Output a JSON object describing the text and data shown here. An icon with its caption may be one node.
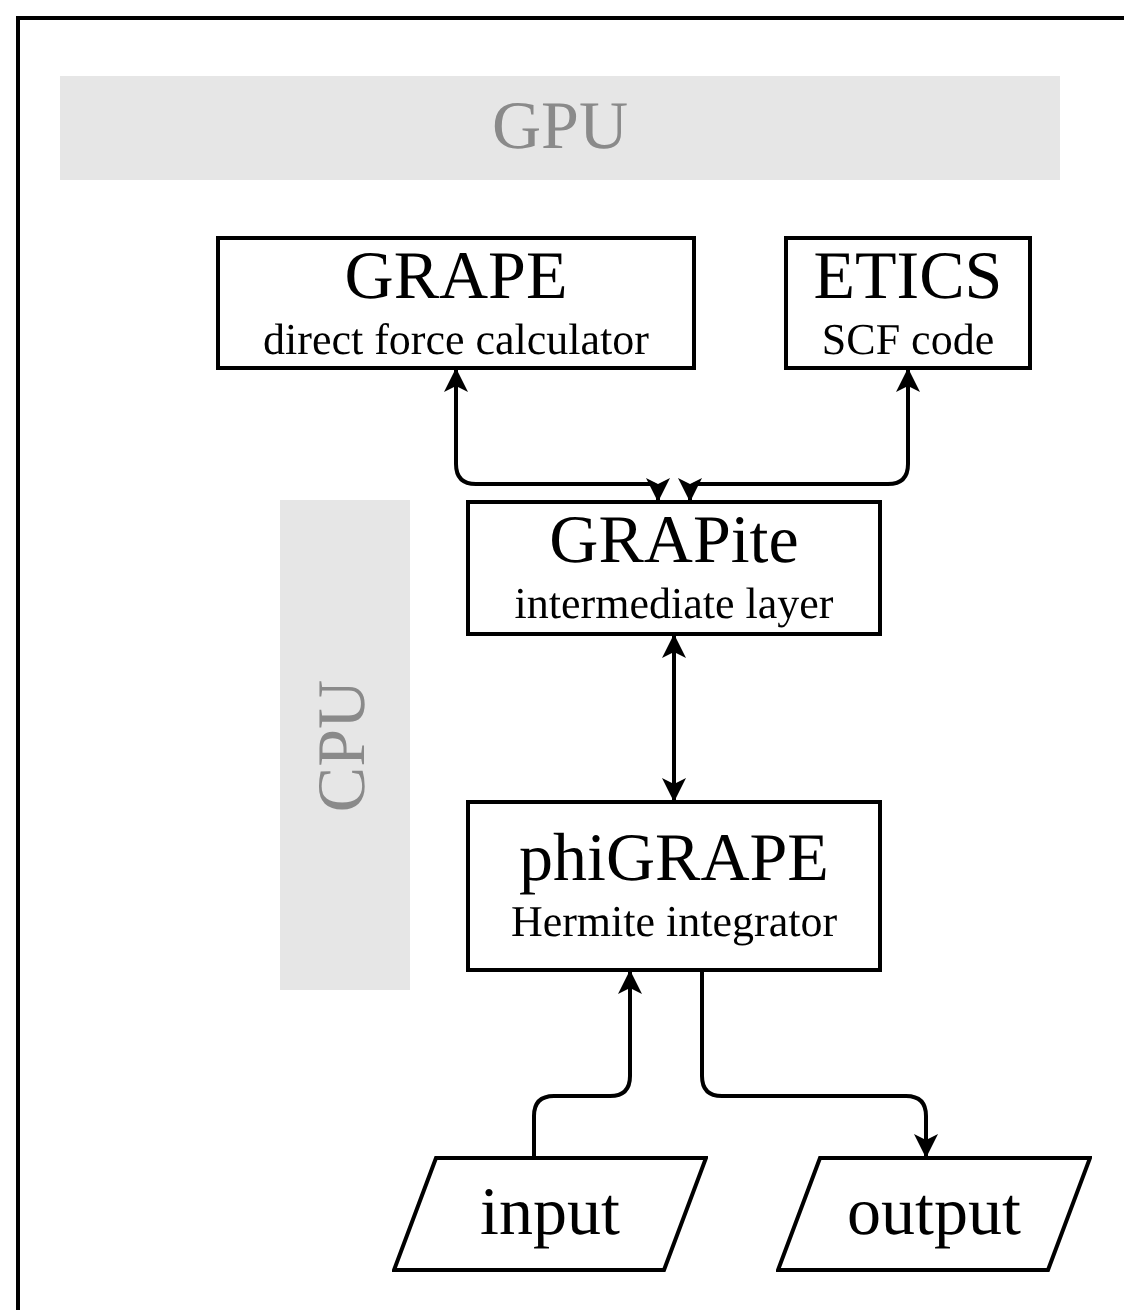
{
  "diagram": {
    "nodes": [
      {
        "text": [
          "GPU"
        ]
      },
      {
        "text": [
          "GRAPE",
          "direct force calculator"
        ]
      },
      {
        "text": [
          "ETICS",
          "SCF code"
        ]
      },
      {
        "text": [
          "CPU"
        ]
      },
      {
        "text": [
          "GRAPite",
          "intermediate layer"
        ]
      },
      {
        "text": [
          "phiGRAPE",
          "Hermite integrator"
        ]
      },
      {
        "text": [
          "input"
        ]
      },
      {
        "text": [
          "output"
        ]
      }
    ],
    "edges": [
      {
        "from": 1,
        "to": 4,
        "arrow": "both"
      },
      {
        "from": 2,
        "to": 4,
        "arrow": "both"
      },
      {
        "from": 4,
        "to": 5,
        "arrow": "both"
      },
      {
        "from": 6,
        "to": 5,
        "arrow": "to"
      },
      {
        "from": 5,
        "to": 7,
        "arrow": "to"
      }
    ]
  }
}
